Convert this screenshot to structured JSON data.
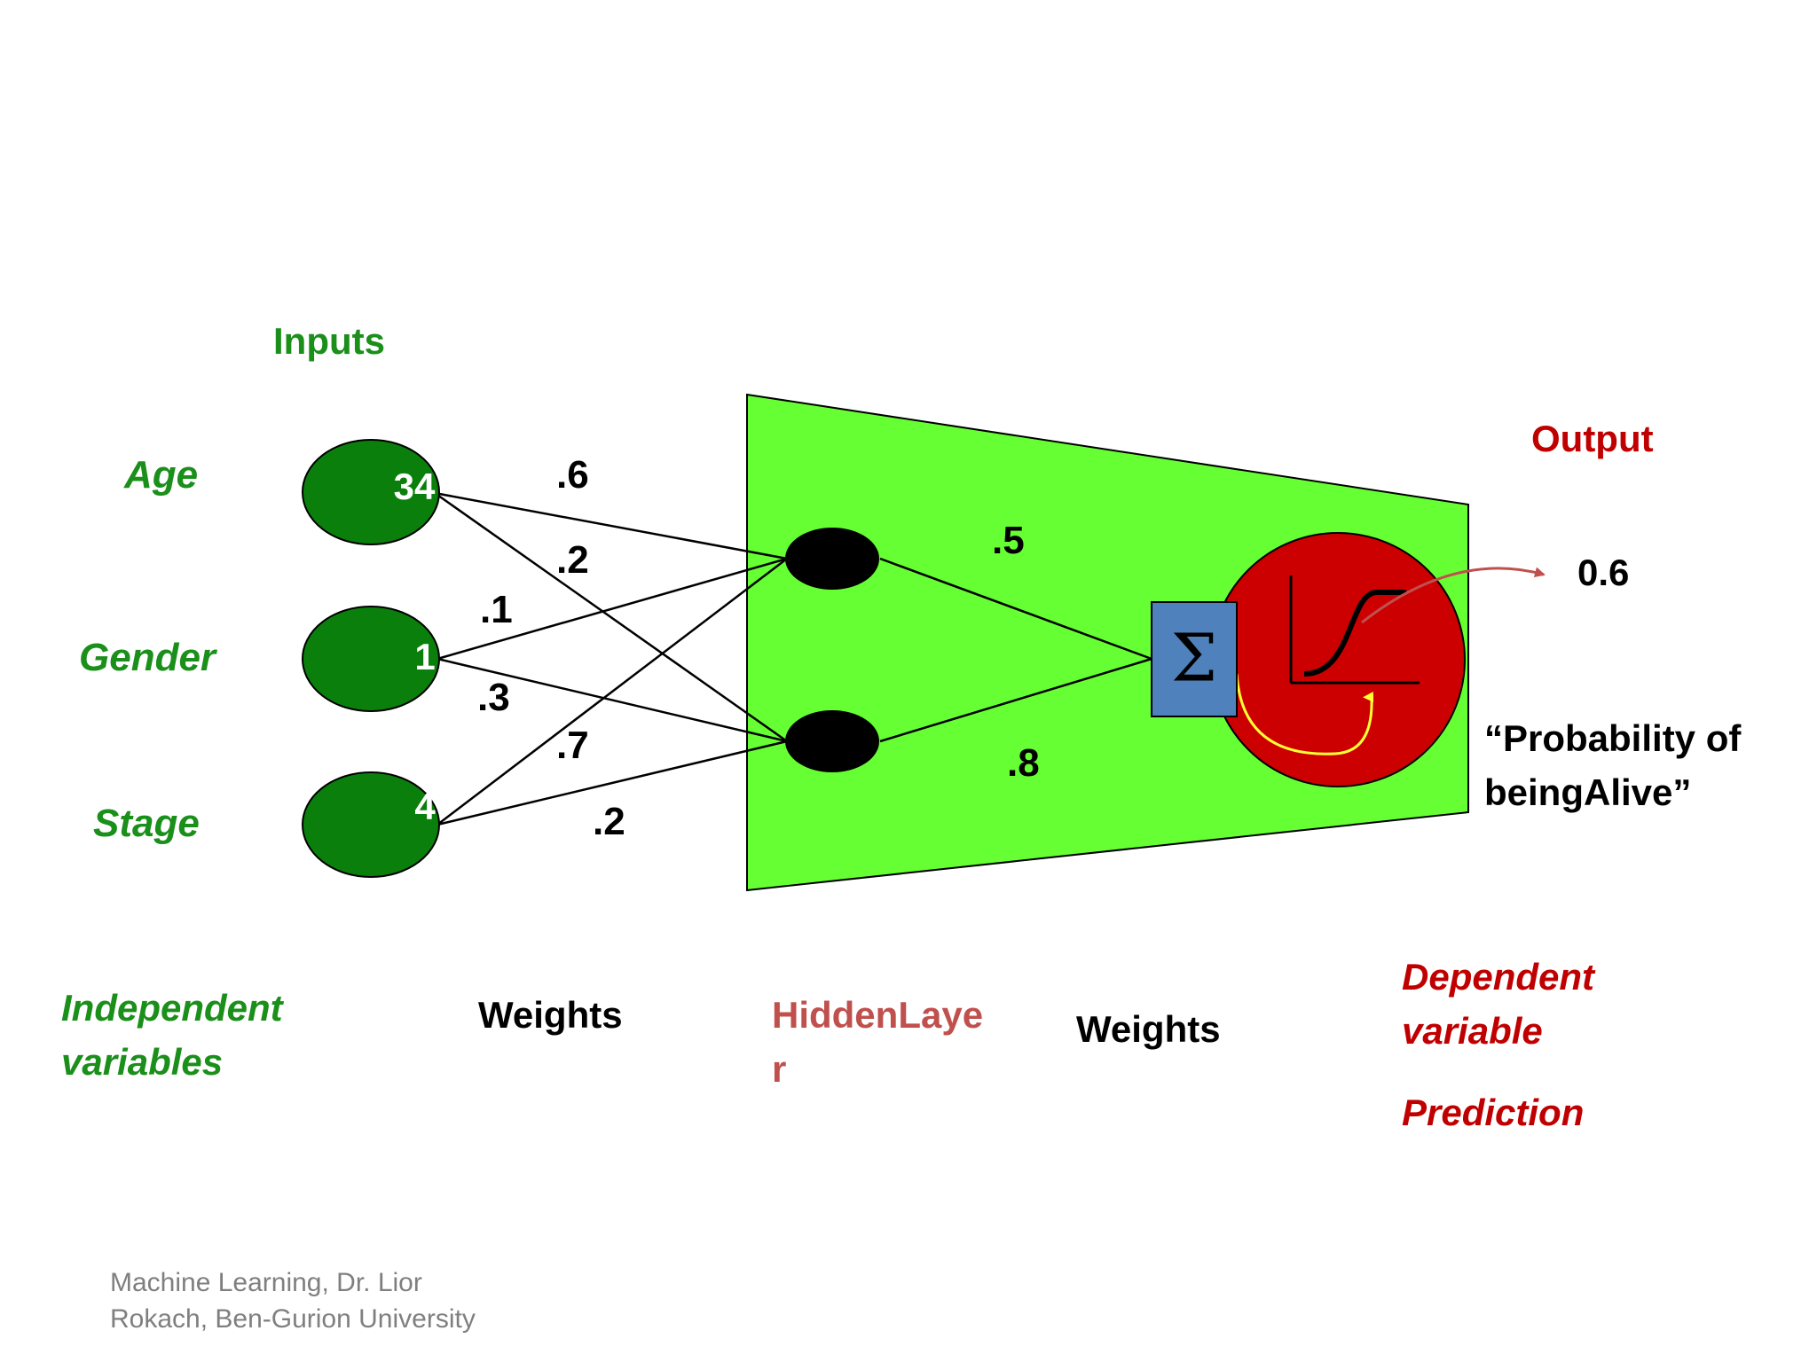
{
  "headings": {
    "inputs": "Inputs",
    "output": "Output"
  },
  "input_variables": [
    {
      "name": "Age",
      "value": "34"
    },
    {
      "name": "Gender",
      "value": "1"
    },
    {
      "name": "Stage",
      "value": "4"
    }
  ],
  "input_weights": [
    ".6",
    ".2",
    ".1",
    ".3",
    ".7",
    ".2"
  ],
  "hidden_weights": [
    ".5",
    ".8"
  ],
  "summation_symbol": "Σ",
  "output_value": "0.6",
  "output_description": {
    "line1": "“Probability of",
    "line2": "beingAlive”"
  },
  "bottom_labels": {
    "independent_line1": "Independent",
    "independent_line2": "variables",
    "weights_left": "Weights",
    "hidden_layer_line1": "HiddenLaye",
    "hidden_layer_line2": "r",
    "weights_right": "Weights",
    "dependent_line1": "Dependent",
    "dependent_line2": "variable",
    "prediction": "Prediction"
  },
  "footer": {
    "line1": "Machine Learning, Dr. Lior",
    "line2": "Rokach, Ben-Gurion University"
  },
  "colors": {
    "input_node": "#0b7f0b",
    "hidden_node": "#000000",
    "hidden_region": "#66ff33",
    "output_node": "#cc0000",
    "sum_box": "#4f81bd",
    "label_green": "#1a8f1a",
    "label_red": "#c00000",
    "hidden_label": "#c0504d",
    "yellow_arrow": "#ffff33",
    "red_arrow": "#c0504d"
  }
}
